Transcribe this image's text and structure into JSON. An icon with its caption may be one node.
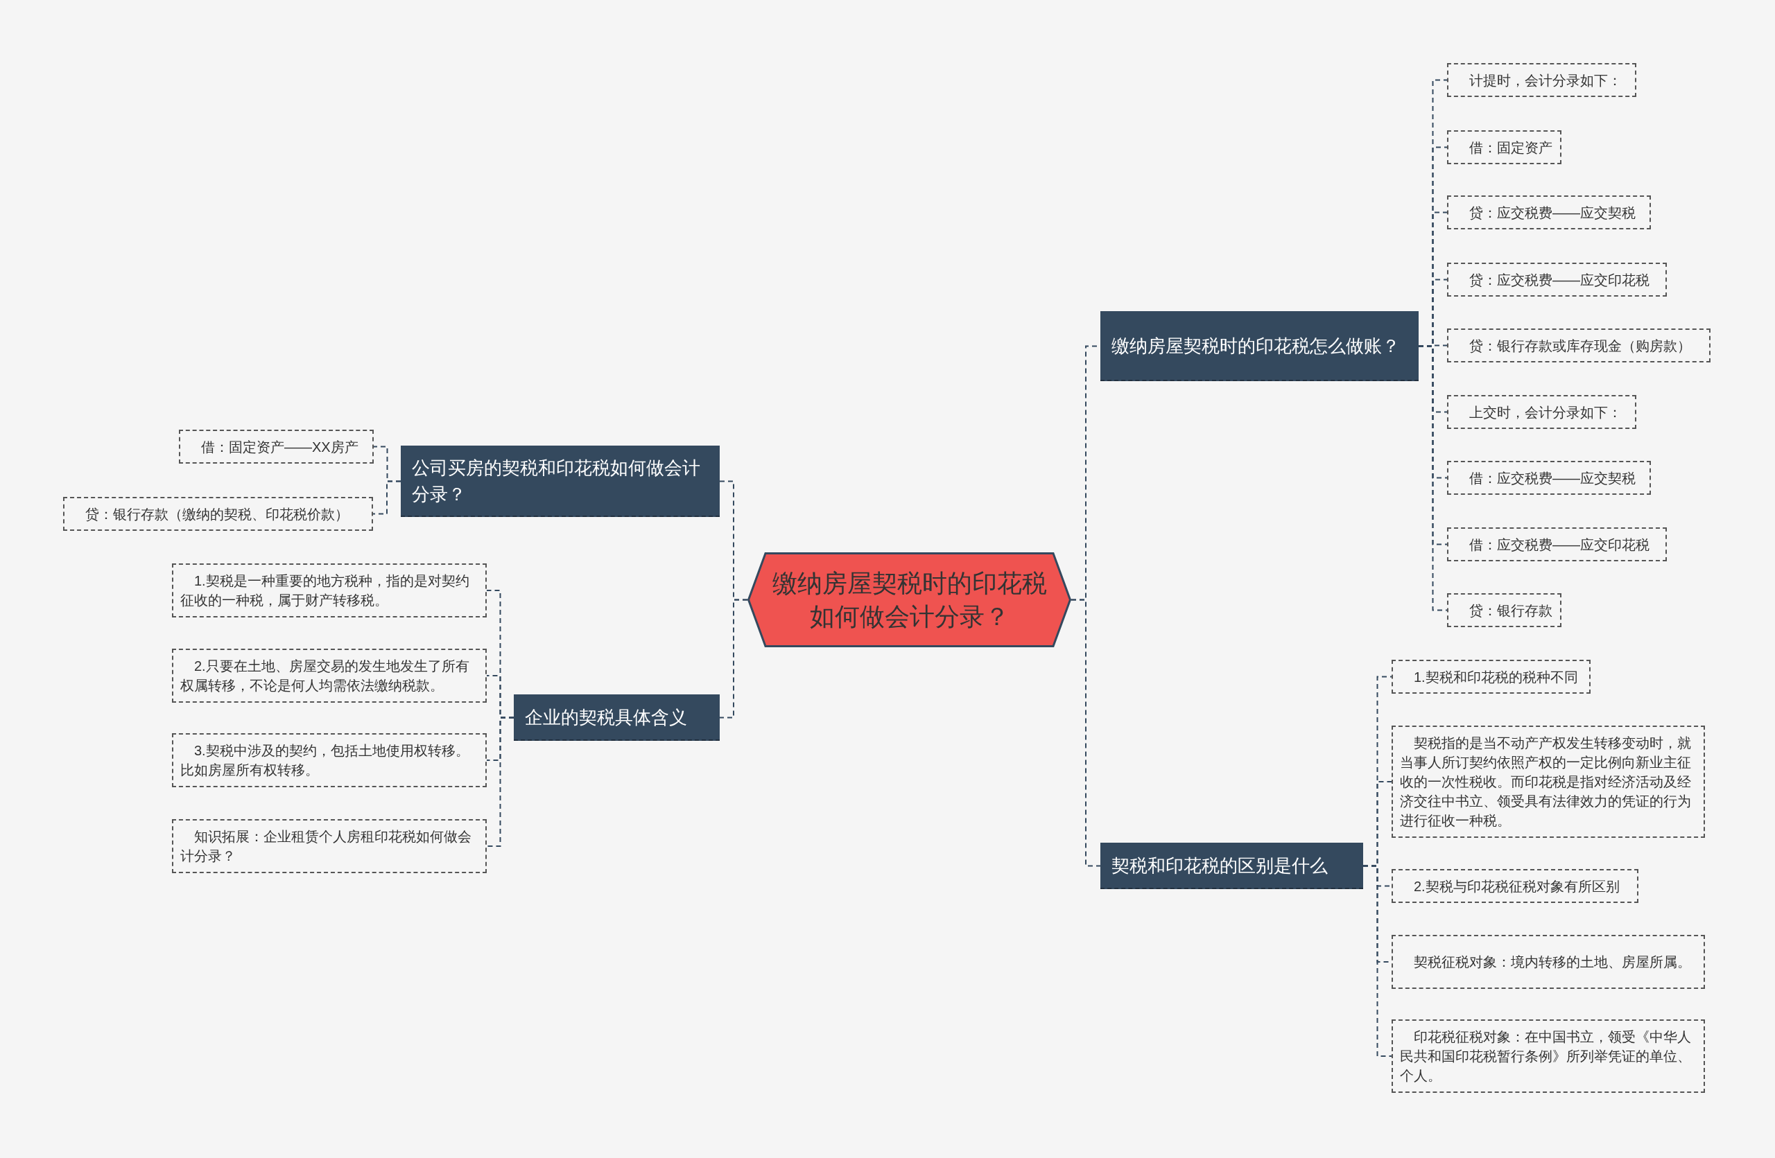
{
  "diagram": {
    "nodes": [
      {
        "text": [
          "缴纳房屋契税时的印花税如何做会计分录？"
        ]
      },
      {
        "text": [
          "缴纳房屋契税时的印花税怎么做账？"
        ]
      },
      {
        "text": [
          "计提时，会计分录如下："
        ]
      },
      {
        "text": [
          "借：固定资产"
        ]
      },
      {
        "text": [
          "贷：应交税费——应交契税"
        ]
      },
      {
        "text": [
          "贷：应交税费——应交印花税"
        ]
      },
      {
        "text": [
          "贷：银行存款或库存现金（购房款）"
        ]
      },
      {
        "text": [
          "上交时，会计分录如下："
        ]
      },
      {
        "text": [
          "借：应交税费——应交契税"
        ]
      },
      {
        "text": [
          "借：应交税费——应交印花税"
        ]
      },
      {
        "text": [
          "贷：银行存款"
        ]
      },
      {
        "text": [
          "契税和印花税的区别是什么"
        ]
      },
      {
        "text": [
          "1.契税和印花税的税种不同"
        ]
      },
      {
        "text": [
          "契税指的是当不动产产权发生转移变动时，就当事人所订契约依照产权的一定比例向新业主征收的一次性税收。而印花税是指对经济活动及经济交往中书立、领受具有法律效力的凭证的行为进行征收一种税。"
        ]
      },
      {
        "text": [
          "2.契税与印花税征税对象有所区别"
        ]
      },
      {
        "text": [
          "契税征税对象：境内转移的土地、房屋所属。"
        ]
      },
      {
        "text": [
          "印花税征税对象：在中国书立，领受《中华人民共和国印花税暂行条例》所列举凭证的单位、个人。"
        ]
      },
      {
        "text": [
          "公司买房的契税和印花税如何做会计分录？"
        ]
      },
      {
        "text": [
          "借：固定资产——XX房产"
        ]
      },
      {
        "text": [
          "贷：银行存款（缴纳的契税、印花税价款）"
        ]
      },
      {
        "text": [
          "企业的契税具体含义"
        ]
      },
      {
        "text": [
          "1.契税是一种重要的地方税种，指的是对契约征收的一种税，属于财产转移税。"
        ]
      },
      {
        "text": [
          "2.只要在土地、房屋交易的发生地发生了所有权属转移，不论是何人均需依法缴纳税款。"
        ]
      },
      {
        "text": [
          "3.契税中涉及的契约，包括土地使用权转移。比如房屋所有权转移。"
        ]
      },
      {
        "text": [
          "知识拓展：企业租赁个人房租印花税如何做会计分录？"
        ]
      }
    ],
    "edges": [
      {
        "from": 0,
        "to": 1,
        "arrow": "none"
      },
      {
        "from": 1,
        "to": 2,
        "arrow": "none"
      },
      {
        "from": 1,
        "to": 3,
        "arrow": "none"
      },
      {
        "from": 1,
        "to": 4,
        "arrow": "none"
      },
      {
        "from": 1,
        "to": 5,
        "arrow": "none"
      },
      {
        "from": 1,
        "to": 6,
        "arrow": "none"
      },
      {
        "from": 1,
        "to": 7,
        "arrow": "none"
      },
      {
        "from": 1,
        "to": 8,
        "arrow": "none"
      },
      {
        "from": 1,
        "to": 9,
        "arrow": "none"
      },
      {
        "from": 1,
        "to": 10,
        "arrow": "none"
      },
      {
        "from": 0,
        "to": 11,
        "arrow": "none"
      },
      {
        "from": 11,
        "to": 12,
        "arrow": "none"
      },
      {
        "from": 11,
        "to": 13,
        "arrow": "none"
      },
      {
        "from": 11,
        "to": 14,
        "arrow": "none"
      },
      {
        "from": 11,
        "to": 15,
        "arrow": "none"
      },
      {
        "from": 11,
        "to": 16,
        "arrow": "none"
      },
      {
        "from": 0,
        "to": 17,
        "arrow": "none"
      },
      {
        "from": 17,
        "to": 18,
        "arrow": "none"
      },
      {
        "from": 17,
        "to": 19,
        "arrow": "none"
      },
      {
        "from": 0,
        "to": 20,
        "arrow": "none"
      },
      {
        "from": 20,
        "to": 21,
        "arrow": "none"
      },
      {
        "from": 20,
        "to": 22,
        "arrow": "none"
      },
      {
        "from": 20,
        "to": 23,
        "arrow": "none"
      },
      {
        "from": 20,
        "to": 24,
        "arrow": "none"
      }
    ]
  }
}
